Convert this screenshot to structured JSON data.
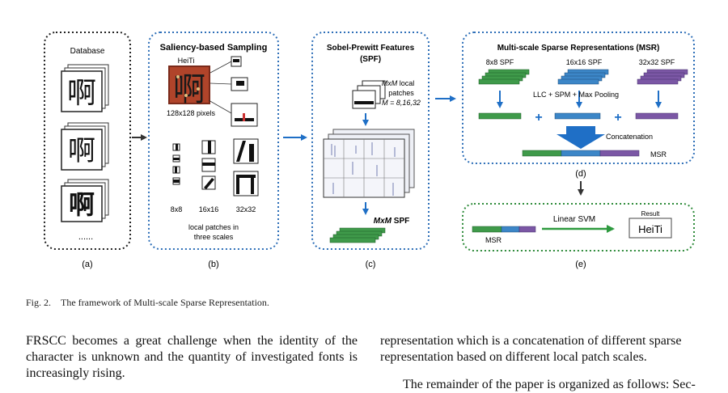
{
  "figure": {
    "database_label": "Database",
    "ellipsis": "......",
    "panel_b": {
      "title": "Saliency-based Sampling",
      "font_tag": "HeiTi",
      "size_label": "128x128 pixels",
      "scales": [
        "8x8",
        "16x16",
        "32x32"
      ],
      "note_line1": "local patches in",
      "note_line2": "three scales"
    },
    "panel_c": {
      "title_line1": "Sobel-Prewitt Features",
      "title_line2": "(SPF)",
      "patch_m": "MxM",
      "patch_line1_rest": " local",
      "patch_line2": "patches",
      "patch_line3": "M = 8,16,32",
      "out_m": "MxM",
      "out_rest": " SPF"
    },
    "panel_d": {
      "title": "Multi-scale Sparse Representations (MSR)",
      "spf_labels": [
        "8x8 SPF",
        "16x16 SPF",
        "32x32 SPF"
      ],
      "pooling": "LLC + SPM + Max Pooling",
      "concat": "Concatenation",
      "msr": "MSR"
    },
    "panel_e": {
      "msr": "MSR",
      "svm": "Linear SVM",
      "result_label": "Result",
      "result_value": "HeiTi"
    },
    "panel_labels": [
      "(a)",
      "(b)",
      "(c)",
      "(d)",
      "(e)"
    ],
    "colors": {
      "green": "#3f9a4a",
      "blue": "#3c86c7",
      "purple": "#7b57a5",
      "arrow_blue": "#1f6fc6",
      "dotted_blue": "#2e6fb8",
      "dotted_green": "#2e8b3a",
      "arrow_dark": "#333333"
    }
  },
  "caption": {
    "number": "Fig. 2.",
    "text": "The framework of Multi-scale Sparse Representation."
  },
  "body": {
    "left": "FRSCC becomes a great challenge when the identity of the character is unknown and the quantity of investigated fonts is increasingly rising.",
    "right": "representation which is a concatenation of different sparse representation based on different local patch scales.",
    "right_next": "The remainder of the paper is organized as follows: Sec-"
  }
}
